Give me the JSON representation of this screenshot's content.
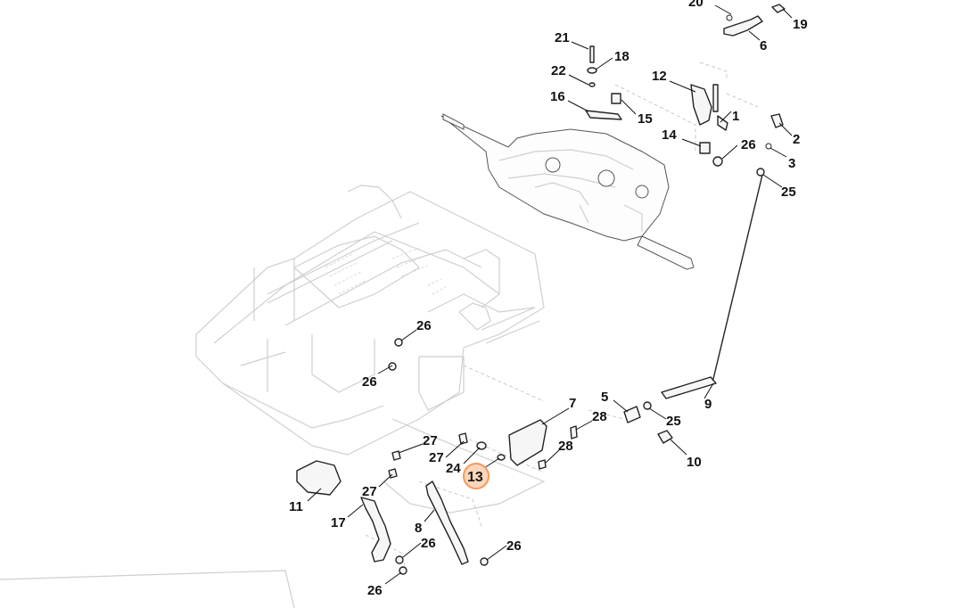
{
  "diagram": {
    "highlight_color": "#f39a5a",
    "highlight_fill": "#fbd6bb",
    "callouts": [
      {
        "id": "c-20",
        "text": "20"
      },
      {
        "id": "c-19",
        "text": "19"
      },
      {
        "id": "c-6",
        "text": "6"
      },
      {
        "id": "c-21",
        "text": "21"
      },
      {
        "id": "c-18",
        "text": "18"
      },
      {
        "id": "c-22",
        "text": "22"
      },
      {
        "id": "c-12",
        "text": "12"
      },
      {
        "id": "c-16",
        "text": "16"
      },
      {
        "id": "c-15",
        "text": "15"
      },
      {
        "id": "c-1",
        "text": "1"
      },
      {
        "id": "c-2",
        "text": "2"
      },
      {
        "id": "c-14",
        "text": "14"
      },
      {
        "id": "c-26a",
        "text": "26"
      },
      {
        "id": "c-3",
        "text": "3"
      },
      {
        "id": "c-25a",
        "text": "25"
      },
      {
        "id": "c-26b",
        "text": "26"
      },
      {
        "id": "c-26c",
        "text": "26"
      },
      {
        "id": "c-7",
        "text": "7"
      },
      {
        "id": "c-5",
        "text": "5"
      },
      {
        "id": "c-9",
        "text": "9"
      },
      {
        "id": "c-28a",
        "text": "28"
      },
      {
        "id": "c-25b",
        "text": "25"
      },
      {
        "id": "c-27a",
        "text": "27"
      },
      {
        "id": "c-28b",
        "text": "28"
      },
      {
        "id": "c-10",
        "text": "10"
      },
      {
        "id": "c-27b",
        "text": "27"
      },
      {
        "id": "c-24",
        "text": "24"
      },
      {
        "id": "c-13",
        "text": "13"
      },
      {
        "id": "c-27c",
        "text": "27"
      },
      {
        "id": "c-11",
        "text": "11"
      },
      {
        "id": "c-17",
        "text": "17"
      },
      {
        "id": "c-8",
        "text": "8"
      },
      {
        "id": "c-26d",
        "text": "26"
      },
      {
        "id": "c-26e",
        "text": "26"
      },
      {
        "id": "c-26f",
        "text": "26"
      }
    ]
  }
}
